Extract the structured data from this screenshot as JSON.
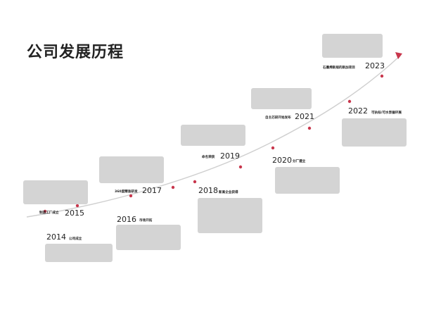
{
  "title": "公司发展历程",
  "intro": "",
  "milestones": [
    {
      "year": "2014",
      "label": "公司成立",
      "desc": ""
    },
    {
      "year": "2015",
      "label": "制造工厂成立",
      "desc": ""
    },
    {
      "year": "2016",
      "label": "市场开拓",
      "desc": ""
    },
    {
      "year": "2017",
      "label": "360度精准研发",
      "desc": ""
    },
    {
      "year": "2018",
      "label": "新高企业获得",
      "desc": ""
    },
    {
      "year": "2019",
      "label": "命名荣获",
      "desc": ""
    },
    {
      "year": "2020",
      "label": "分厂建立",
      "desc": ""
    },
    {
      "year": "2021",
      "label": "自主芯研开始发布",
      "desc": ""
    },
    {
      "year": "2022",
      "label": "可执标/可水泵循环展",
      "desc": ""
    },
    {
      "year": "2023",
      "label": "石墨烯新规的新加项目",
      "desc": ""
    }
  ],
  "colors": {
    "accent": "#c8364c",
    "line": "#cfcfcf",
    "box": "#d4d4d4"
  }
}
